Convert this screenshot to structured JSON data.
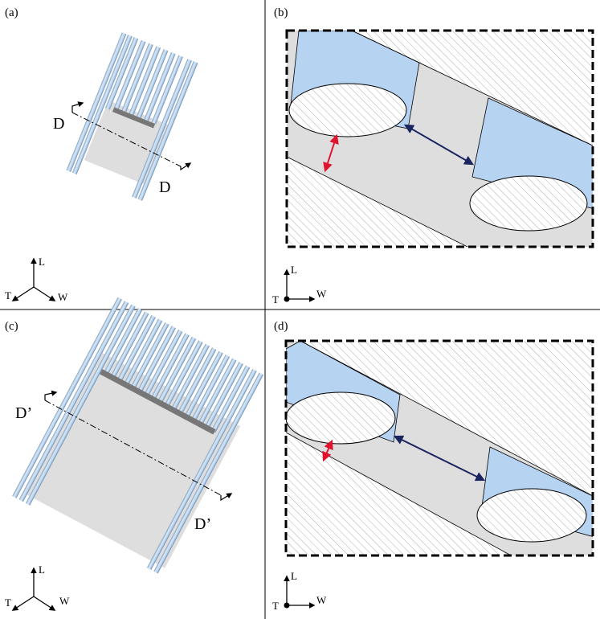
{
  "panels": {
    "a": {
      "label": "(a)",
      "section_label_1": "D",
      "section_label_2": "D"
    },
    "b": {
      "label": "(b)"
    },
    "c": {
      "label": "(c)",
      "section_label_1": "D’",
      "section_label_2": "D’"
    },
    "d": {
      "label": "(d)"
    }
  },
  "axes_3d": {
    "l": "L",
    "t": "T",
    "w": "W"
  },
  "axes_2d": {
    "l": "L",
    "t": "T",
    "w": "W"
  },
  "colors": {
    "tube_blue": "#b6d3f1",
    "tube_edge": "#7f9cba",
    "plate_gray": "#dedede",
    "bar_gray": "#777777",
    "hatch": "#9a9a9a",
    "red_arrow": "#e0132e",
    "navy_arrow": "#1a2560"
  }
}
